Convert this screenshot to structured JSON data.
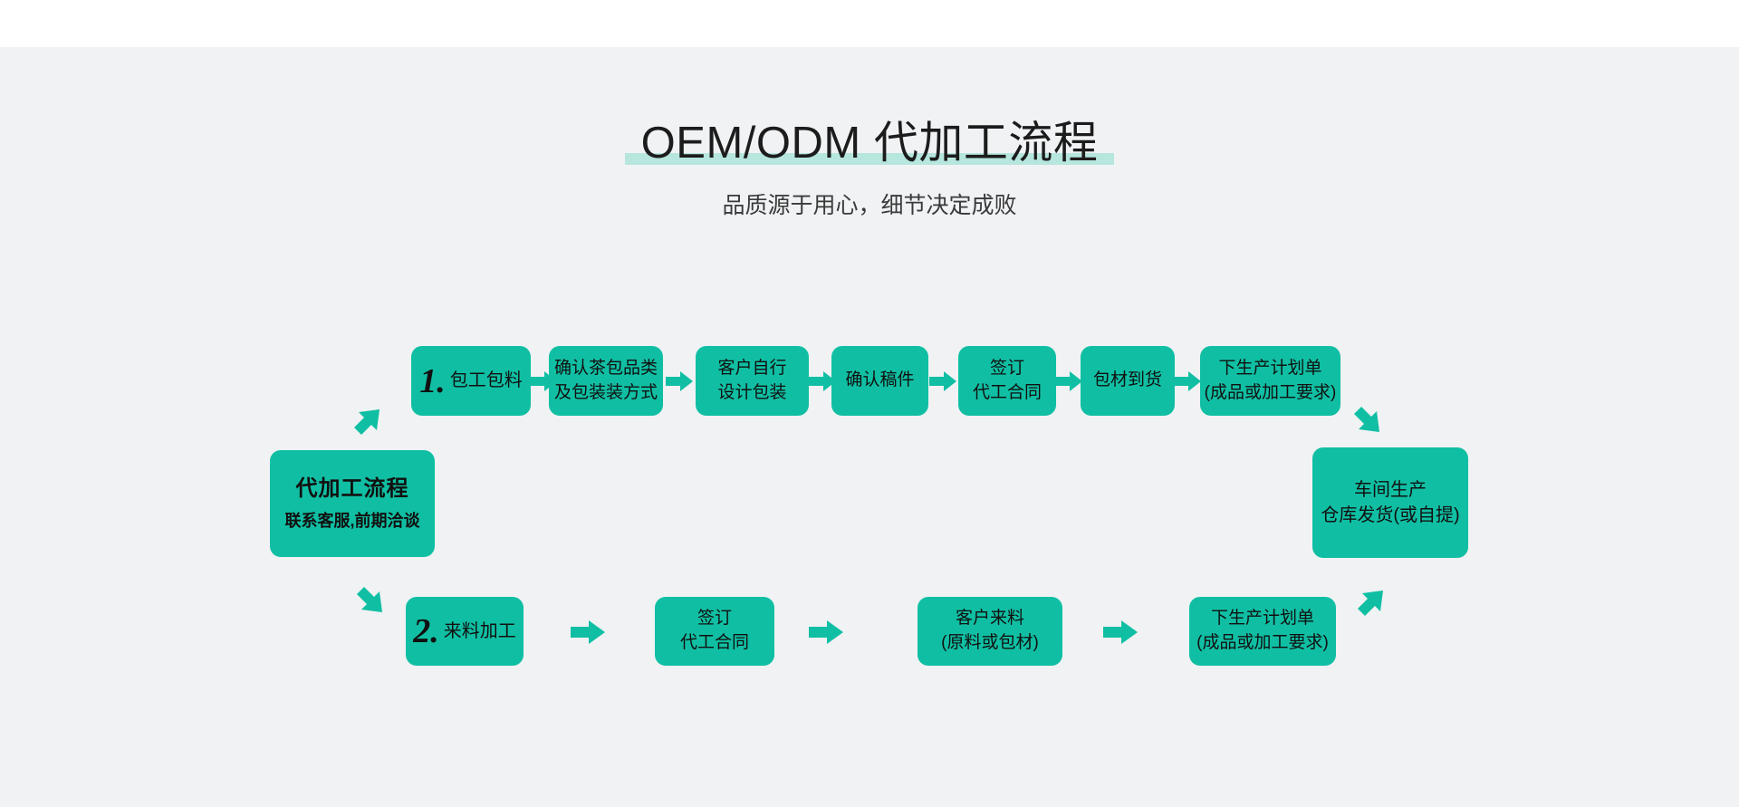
{
  "header": {
    "title": "OEM/ODM 代加工流程",
    "subtitle": "品质源于用心，细节决定成败",
    "underline_color": "#b6e6de"
  },
  "theme": {
    "page_background": "#ffffff",
    "content_background": "#f0f2f4",
    "node_fill": "#10bfa3",
    "arrow_color": "#10bfa3",
    "text_color": "#101010"
  },
  "flow": {
    "start_node": {
      "title": "代加工流程",
      "caption": "联系客服,前期洽谈"
    },
    "end_node": {
      "line1": "车间生产",
      "line2": "仓库发货(或自提)"
    },
    "branch_top": {
      "number": "1.",
      "label": "包工包料",
      "steps": [
        {
          "line1": "确认茶包品类",
          "line2": "及包装装方式"
        },
        {
          "line1": "客户自行",
          "line2": "设计包装"
        },
        {
          "line1": "确认稿件",
          "line2": ""
        },
        {
          "line1": "签订",
          "line2": "代工合同"
        },
        {
          "line1": "包材到货",
          "line2": ""
        },
        {
          "line1": "下生产计划单",
          "line2": "(成品或加工要求)"
        }
      ]
    },
    "branch_bottom": {
      "number": "2.",
      "label": "来料加工",
      "steps": [
        {
          "line1": "签订",
          "line2": "代工合同"
        },
        {
          "line1": "客户来料",
          "line2": "(原料或包材)"
        },
        {
          "line1": "下生产计划单",
          "line2": "(成品或加工要求)"
        }
      ]
    },
    "connector_icons": {
      "right": "arrow-right-icon",
      "up_right": "arrow-up-right-icon",
      "down_right": "arrow-down-right-icon"
    }
  }
}
